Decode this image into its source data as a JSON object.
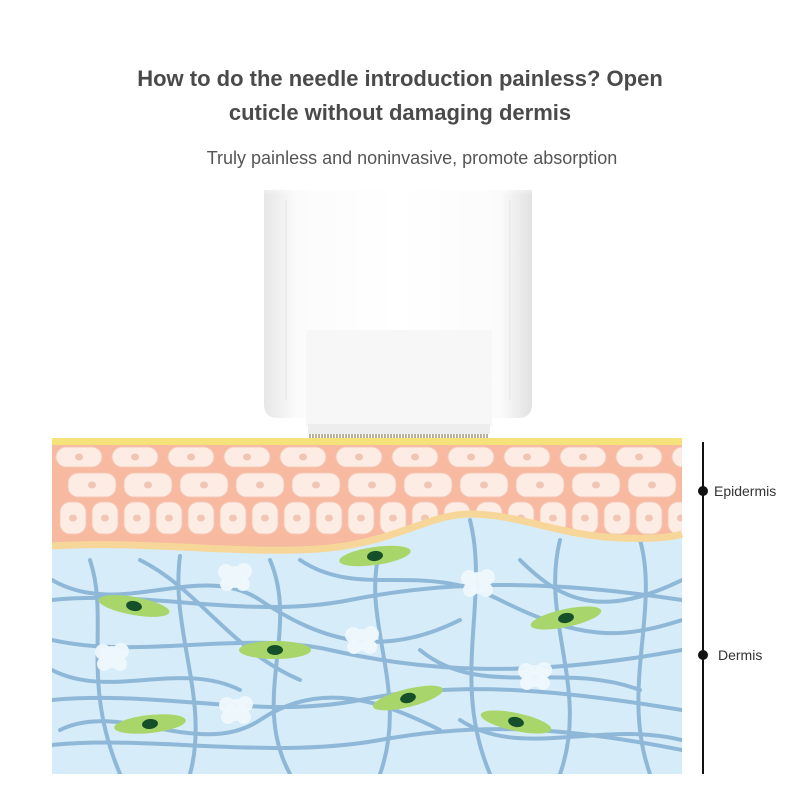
{
  "header": {
    "title_line1": "How to do the needle introduction painless? Open",
    "title_line2": "cuticle without damaging dermis",
    "subtitle": "Truly painless and noninvasive, promote absorption"
  },
  "layers": {
    "epidermis": "Epidermis",
    "dermis": "Dermis"
  },
  "colors": {
    "text": "#4a4a4a",
    "stratum_corneum": "#f5e27a",
    "epidermis": "#f7b9a0",
    "cell_fill": "#fdece4",
    "cell_nucleus": "#f0c5b4",
    "basal_line": "#f7d69a",
    "dermis_bg": "#d6ecf8",
    "fibers": "#8fb8d8",
    "fibroblast": "#a8d66a",
    "nucleus": "#16502a",
    "device": "#f4f4f4",
    "needle": "#8a7a5a"
  }
}
